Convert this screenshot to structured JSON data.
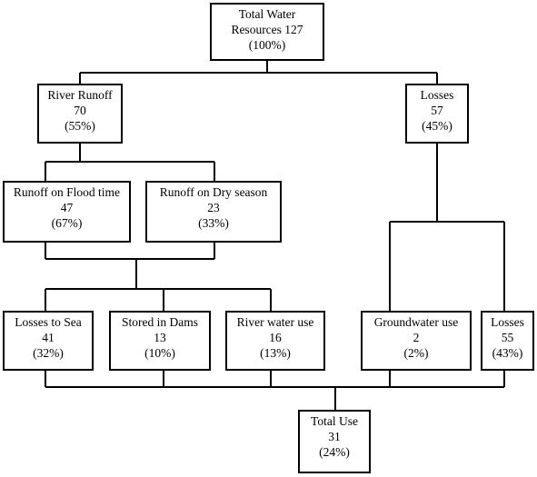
{
  "colors": {
    "stroke": "#000000",
    "background": "#ffffff",
    "text": "#000000"
  },
  "nodes": {
    "total": {
      "lines": [
        "Total Water",
        "Resources 127",
        "(100%)"
      ]
    },
    "river_runoff": {
      "lines": [
        "River Runoff",
        "70",
        "(55%)"
      ]
    },
    "losses_top": {
      "lines": [
        "Losses",
        "57",
        "(45%)"
      ]
    },
    "runoff_flood": {
      "lines": [
        "Runoff on Flood time",
        "47",
        "(67%)"
      ]
    },
    "runoff_dry": {
      "lines": [
        "Runoff on Dry season",
        "23",
        "(33%)"
      ]
    },
    "losses_sea": {
      "lines": [
        "Losses to Sea",
        "41",
        "(32%)"
      ]
    },
    "stored_dams": {
      "lines": [
        "Stored in Dams",
        "13",
        "(10%)"
      ]
    },
    "river_use": {
      "lines": [
        "River water use",
        "16",
        "(13%)"
      ]
    },
    "groundwater": {
      "lines": [
        "Groundwater use",
        "2",
        "(2%)"
      ]
    },
    "losses_bottom": {
      "lines": [
        "Losses",
        "55",
        "(43%)"
      ]
    },
    "total_use": {
      "lines": [
        "Total Use",
        "31",
        "(24%)"
      ]
    }
  }
}
